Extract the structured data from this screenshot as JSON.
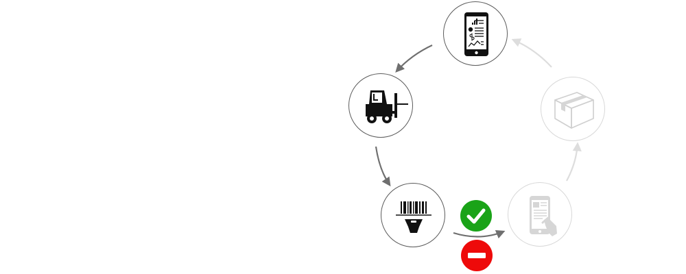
{
  "diagram": {
    "colors": {
      "active_stroke": "#5a5a5a",
      "active_icon": "#111111",
      "faded_stroke": "#d8d8d8",
      "faded_icon": "#d6d6d6",
      "arrow_dark": "#6f6f6f",
      "arrow_light": "#dddddd",
      "success": "#1aa318",
      "error": "#ee0a0a"
    },
    "nodes": [
      {
        "id": "tablet",
        "icon": "tablet-report-icon",
        "state": "active"
      },
      {
        "id": "forklift",
        "icon": "forklift-icon",
        "state": "active"
      },
      {
        "id": "scanner",
        "icon": "barcode-scanner-icon",
        "state": "active"
      },
      {
        "id": "phone",
        "icon": "phone-touch-icon",
        "state": "faded"
      },
      {
        "id": "package",
        "icon": "package-box-icon",
        "state": "faded"
      }
    ],
    "edges": [
      {
        "from": "tablet",
        "to": "forklift",
        "style": "dark"
      },
      {
        "from": "forklift",
        "to": "scanner",
        "style": "dark"
      },
      {
        "from": "scanner",
        "to": "phone",
        "style": "dark"
      },
      {
        "from": "phone",
        "to": "package",
        "style": "light"
      },
      {
        "from": "package",
        "to": "tablet",
        "style": "light"
      }
    ],
    "status_badges": [
      {
        "id": "check",
        "icon": "checkmark-icon",
        "meaning": "success"
      },
      {
        "id": "stop",
        "icon": "minus-icon",
        "meaning": "error"
      }
    ]
  }
}
